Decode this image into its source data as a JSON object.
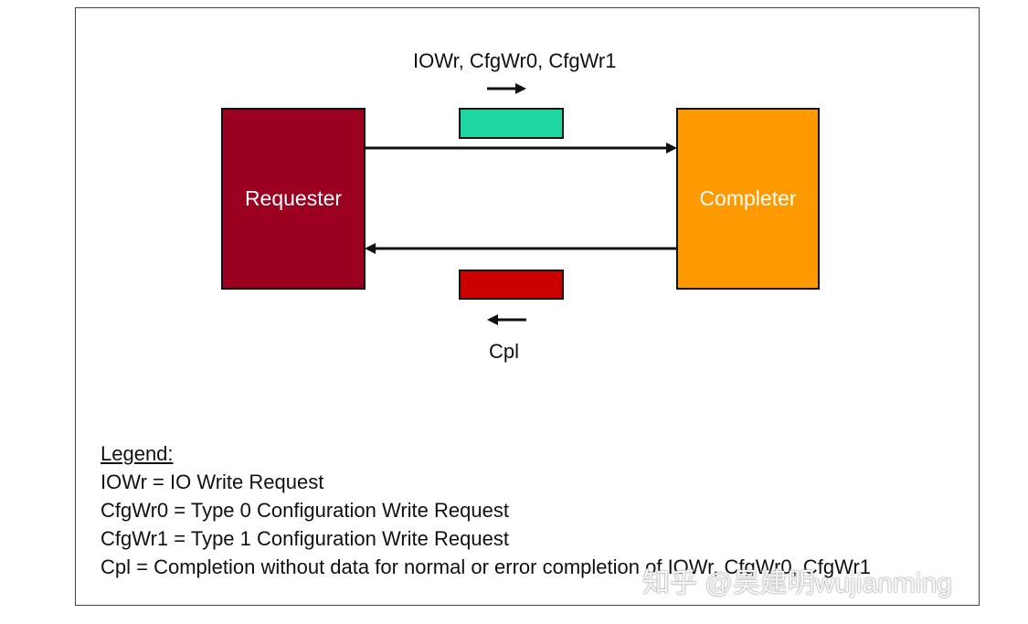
{
  "diagram": {
    "requester_label": "Requester",
    "completer_label": "Completer",
    "top_packet_label": "IOWr, CfgWr0, CfgWr1",
    "bottom_packet_label": "Cpl"
  },
  "colors": {
    "requester": "#9c0020",
    "completer": "#ff9900",
    "request_packet": "#1ed6a0",
    "completion_packet": "#cc0000",
    "line": "#111111"
  },
  "legend": {
    "title": "Legend:",
    "lines": [
      "IOWr = IO Write Request",
      "CfgWr0 = Type 0 Configuration Write Request",
      "CfgWr1 = Type 1 Configuration Write Request",
      "Cpl = Completion without data for normal or error completion of IOWr, CfgWr0, CfgWr1"
    ]
  },
  "watermark": "知乎 @吴建明wujianming"
}
